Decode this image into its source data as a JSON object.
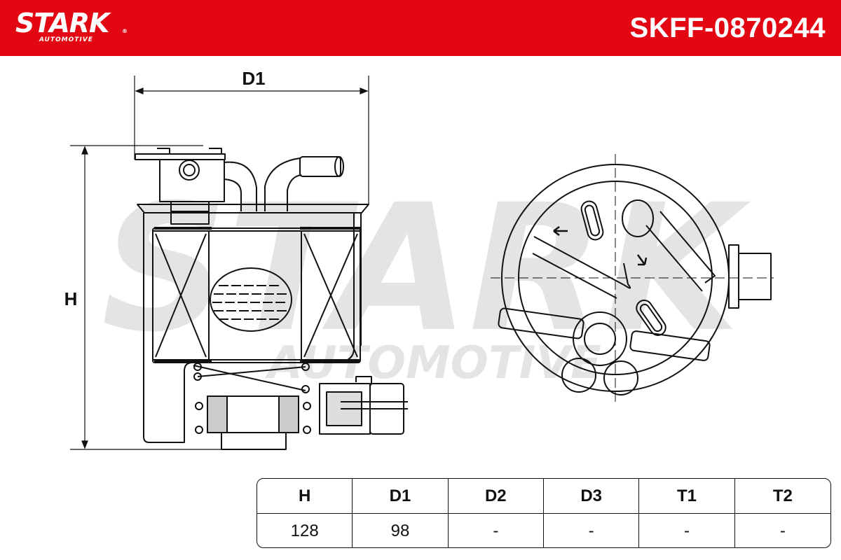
{
  "header": {
    "brand": "STARK",
    "brand_sub": "AUTOMOTIVE",
    "part_number": "SKFF-0870244",
    "accent_color": "#e30613"
  },
  "watermark": {
    "text": "STARK",
    "sub": "AUTOMOTIVE"
  },
  "drawing": {
    "dim_d1": "D1",
    "dim_h": "H"
  },
  "dimensions": {
    "headers": [
      "H",
      "D1",
      "D2",
      "D3",
      "T1",
      "T2"
    ],
    "values": [
      "128",
      "98",
      "-",
      "-",
      "-",
      "-"
    ]
  }
}
